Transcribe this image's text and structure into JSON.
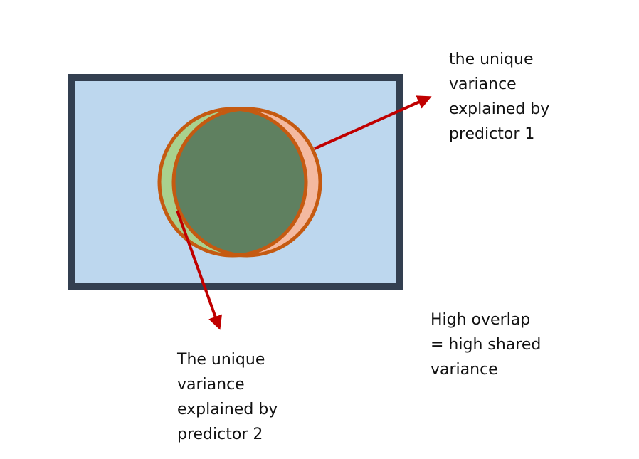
{
  "labels": {
    "predictor1": [
      "the unique",
      "variance",
      "explained by",
      "predictor 1"
    ],
    "predictor2": [
      "The unique",
      "variance",
      "explained by",
      "predictor 2"
    ],
    "overlap": [
      "High overlap",
      "= high shared",
      "variance"
    ]
  },
  "colors": {
    "box_fill": "#bdd7ee",
    "box_border": "#333f50",
    "circle1_unique": "#f4b9a0",
    "circle2_unique": "#a9d18e",
    "shared": "#5f8060",
    "circle_outline": "#c55a11",
    "arrow": "#c00000"
  }
}
